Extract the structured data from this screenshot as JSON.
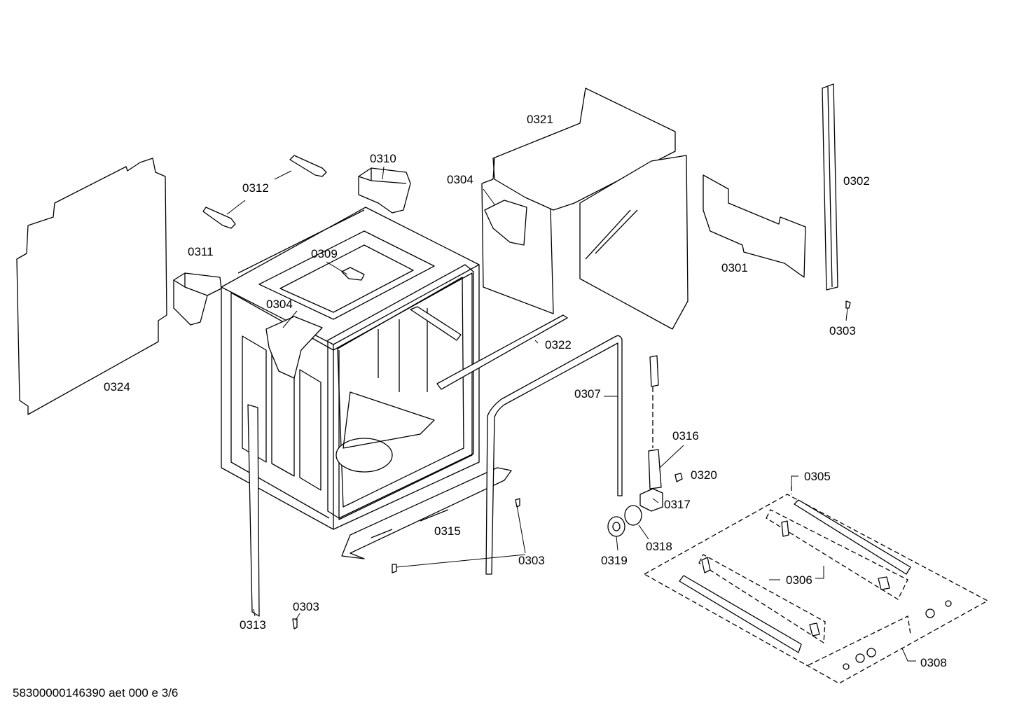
{
  "labels": {
    "l0321": "0321",
    "l0302": "0302",
    "l0310": "0310",
    "l0304a": "0304",
    "l0312": "0312",
    "l0311": "0311",
    "l0309": "0309",
    "l0304b": "0304",
    "l0301": "0301",
    "l0303a": "0303",
    "l0322": "0322",
    "l0324": "0324",
    "l0307": "0307",
    "l0316": "0316",
    "l0320": "0320",
    "l0305": "0305",
    "l0317": "0317",
    "l0315": "0315",
    "l0318": "0318",
    "l0319": "0319",
    "l0303b": "0303",
    "l0306": "0306",
    "l0303c": "0303",
    "l0313": "0313",
    "l0308": "0308"
  },
  "footer": "58300000146390 aet 000 e 3/6"
}
